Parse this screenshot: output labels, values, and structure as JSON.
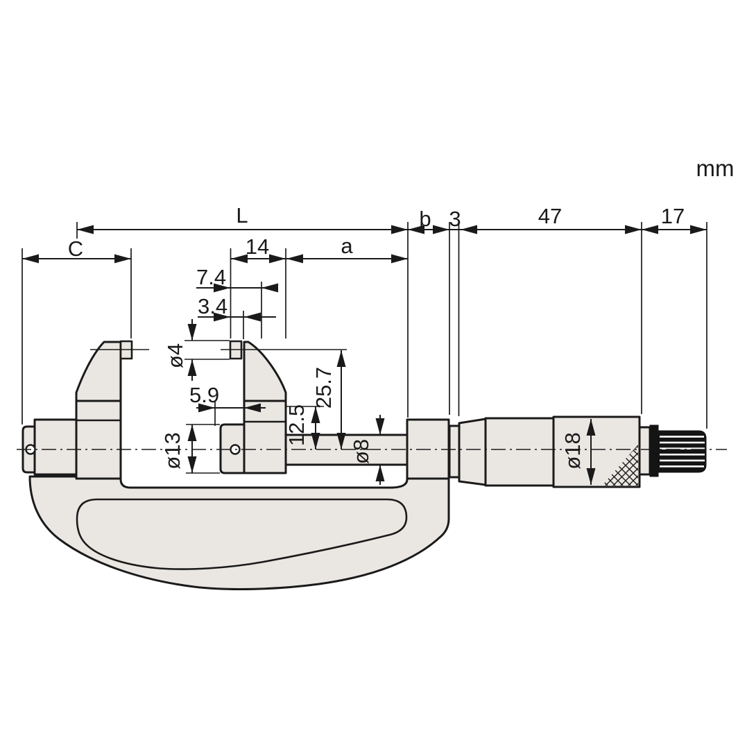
{
  "unit": "mm",
  "labels": {
    "overall_length": "L",
    "dim_b": "b",
    "dim_3": "3",
    "dim_47": "47",
    "dim_17": "17",
    "dim_C": "C",
    "dim_14": "14",
    "dim_a": "a",
    "dim_7_4": "7.4",
    "dim_3_4": "3.4",
    "dim_5_9": "5.9",
    "dia_4": "ø4",
    "dia_13": "ø13",
    "dim_12_5": "12.5",
    "dim_25_7": "25.7",
    "dia_8": "ø8",
    "dia_18": "ø18"
  },
  "colors": {
    "outline": "#1a1a1a",
    "metal_fill": "#eae7e3",
    "ratchet_fill": "#141414",
    "background": "#ffffff"
  }
}
